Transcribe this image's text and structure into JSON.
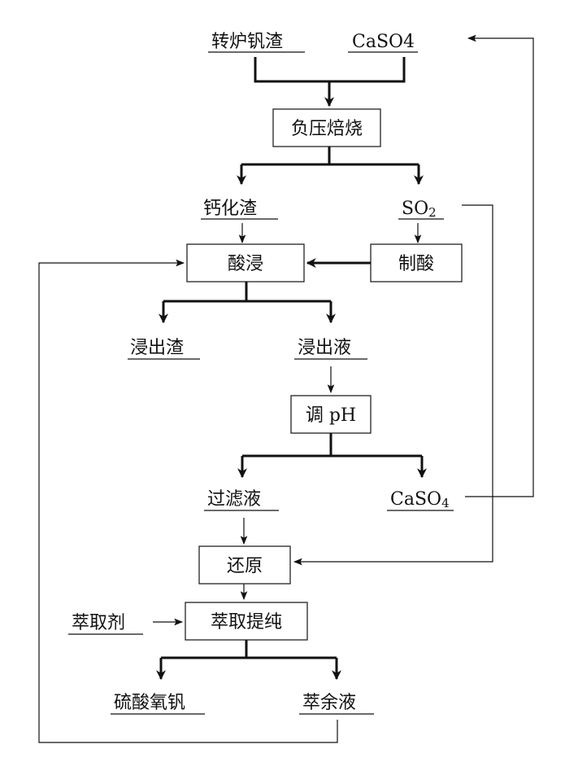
{
  "inputs": {
    "converter_vanadium_slag": "转炉钒渣",
    "caso4_feed": "CaSO4"
  },
  "steps": {
    "negative_pressure_roasting": "负压焙烧",
    "acid_leaching": "酸浸",
    "acid_making": "制酸",
    "adjust_ph": "调 pH",
    "reduction": "还原",
    "extraction_purification": "萃取提纯"
  },
  "materials": {
    "calcified_slag": "钙化渣",
    "so2": "SO",
    "so2_subscript": "2",
    "leach_residue": "浸出渣",
    "leach_liquor": "浸出液",
    "filtrate": "过滤液",
    "caso4_product": "CaSO",
    "caso4_product_subscript": "4",
    "extractant": "萃取剂",
    "vanadyl_sulfate": "硫酸氧钒",
    "raffinate": "萃余液"
  },
  "colors": {
    "line": "#111111",
    "box_border": "#222222",
    "background": "#ffffff"
  }
}
